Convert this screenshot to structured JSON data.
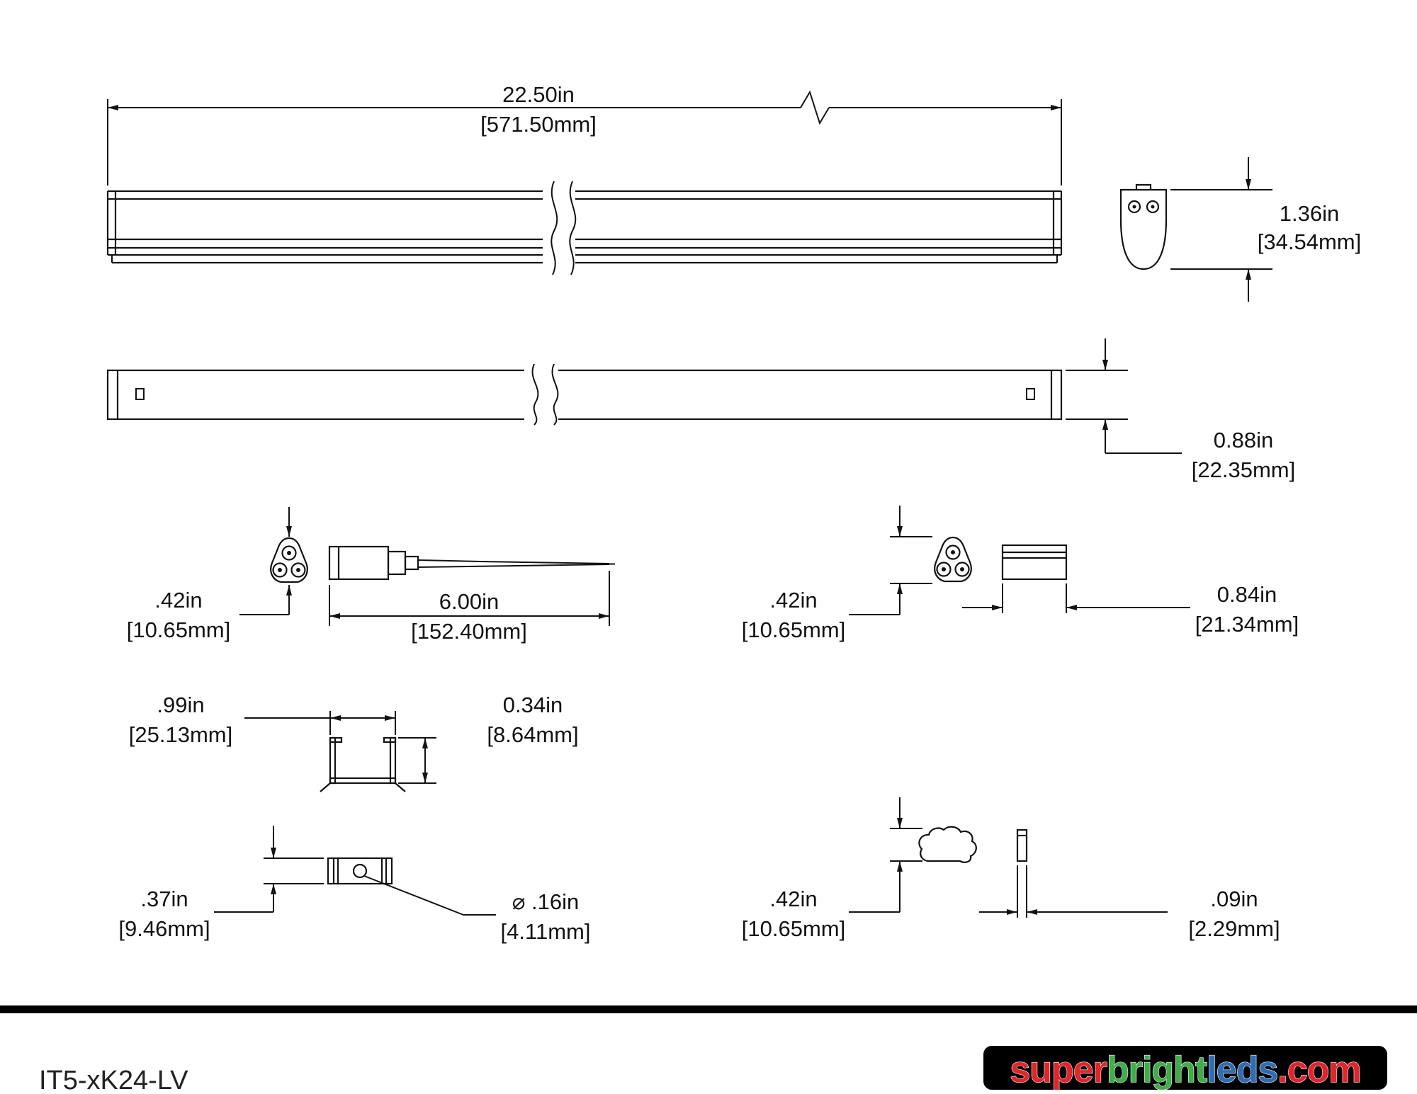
{
  "drawing": {
    "part_number": "IT5-xK24-LV"
  },
  "logo": {
    "super": "super",
    "bright": "bright",
    "leds": "leds",
    "com": ".com",
    "color_super": "#e2242b",
    "color_bright": "#3fae49",
    "color_leds": "#2e6db4",
    "color_com": "#e2242b",
    "bg": "#000000"
  },
  "dims": {
    "overall_length": {
      "in": "22.50in",
      "mm": "[571.50mm]"
    },
    "end_height": {
      "in": "1.36in",
      "mm": "[34.54mm]"
    },
    "body_height": {
      "in": "0.88in",
      "mm": "[22.35mm]"
    },
    "plug_height": {
      "in": ".42in",
      "mm": "[10.65mm]"
    },
    "cable_length": {
      "in": "6.00in",
      "mm": "[152.40mm]"
    },
    "connector_height": {
      "in": ".42in",
      "mm": "[10.65mm]"
    },
    "end_cap_width": {
      "in": "0.84in",
      "mm": "[21.34mm]"
    },
    "channel_width": {
      "in": ".99in",
      "mm": "[25.13mm]"
    },
    "channel_depth": {
      "in": "0.34in",
      "mm": "[8.64mm]"
    },
    "clip_height": {
      "in": ".37in",
      "mm": "[9.46mm]"
    },
    "hole_diameter": {
      "in": "⌀ .16in",
      "mm": "[4.11mm]"
    },
    "clip_width": {
      "in": ".42in",
      "mm": "[10.65mm]"
    },
    "clip_thickness": {
      "in": ".09in",
      "mm": "[2.29mm]"
    }
  }
}
